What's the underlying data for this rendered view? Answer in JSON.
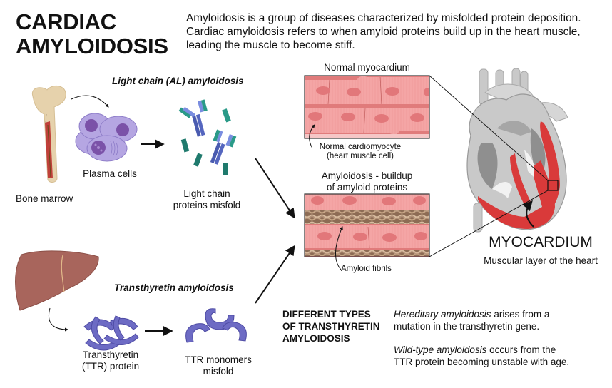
{
  "title": {
    "line1": "CARDIAC",
    "line2": "AMYLOIDOSIS"
  },
  "intro": "Amyloidosis is a group of diseases characterized by misfolded protein deposition. Cardiac amyloidosis refers to when amyloid proteins build up in the heart muscle, leading the muscle to become stiff.",
  "al_pathway": {
    "heading": "Light chain (AL) amyloidosis",
    "bone_marrow": "Bone marrow",
    "plasma_cells": "Plasma cells",
    "light_chain": {
      "line1": "Light chain",
      "line2": "proteins misfold"
    }
  },
  "ttr_pathway": {
    "heading": "Transthyretin amyloidosis",
    "ttr_protein": {
      "line1": "Transthyretin",
      "line2": "(TTR) protein"
    },
    "ttr_monomers": {
      "line1": "TTR monomers",
      "line2": "misfold"
    }
  },
  "tissue": {
    "normal_title": "Normal myocardium",
    "normal_callout": {
      "line1": "Normal cardiomyocyte",
      "line2": "(heart muscle cell)"
    },
    "amyloid_title": {
      "line1": "Amyloidosis - buildup",
      "line2": "of amyloid proteins"
    },
    "amyloid_callout": "Amyloid fibrils"
  },
  "heart": {
    "label": "MYOCARDIUM",
    "sublabel": "Muscular layer of the heart"
  },
  "types": {
    "heading": {
      "line1": "DIFFERENT TYPES",
      "line2": "OF TRANSTHYRETIN",
      "line3": "AMYLOIDOSIS"
    },
    "hereditary": {
      "term": "Hereditary amyloidosis",
      "rest1": " arises from a",
      "line2": "mutation in the transthyretin gene."
    },
    "wildtype": {
      "term": "Wild-type amyloidosis",
      "rest1": " occurs from the",
      "line2": "TTR protein becoming unstable with age."
    }
  },
  "colors": {
    "muscle": "#f19a9a",
    "muscle_dark": "#e07b7b",
    "nucleus": "#e2777a",
    "myocardium_red": "#d93a3a",
    "heart_gray": "#c9c9c9",
    "plasma_cell": "#a592d6",
    "antibody_blue": "#4a5bb0",
    "light_chain_teal": "#2a9a88",
    "ttr_purple": "#6d6bc4",
    "liver": "#a8655c",
    "bone": "#e6d2ac",
    "fibril": "#9c7c62"
  }
}
